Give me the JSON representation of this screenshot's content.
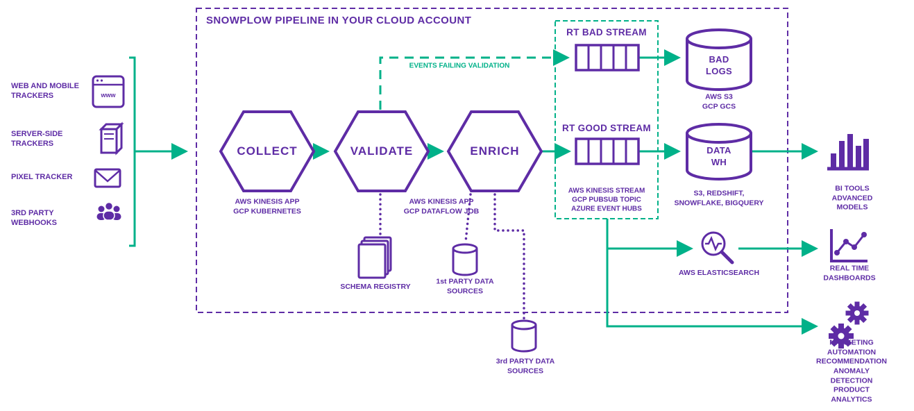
{
  "colors": {
    "purple": "#5e2ca5",
    "teal": "#00b189"
  },
  "title": "SNOWPLOW PIPELINE IN YOUR CLOUD ACCOUNT",
  "sources": {
    "web_mobile": "WEB AND MOBILE\nTRACKERS",
    "server_side": "SERVER-SIDE\nTRACKERS",
    "pixel": "PIXEL TRACKER",
    "webhooks": "3RD PARTY\nWEBHOOKS",
    "browser_icon_text": "www"
  },
  "pipeline": {
    "collect_label": "COLLECT",
    "collect_caption": "AWS KINESIS APP\nGCP KUBERNETES",
    "validate_label": "VALIDATE",
    "enrich_label": "ENRICH",
    "validate_enrich_caption": "AWS KINESIS APP\nGCP DATAFLOW JOB",
    "events_failing_label": "EVENTS FAILING VALIDATION",
    "schema_registry_caption": "SCHEMA REGISTRY",
    "first_party_caption": "1st PARTY DATA\nSOURCES",
    "third_party_caption": "3rd PARTY DATA\nSOURCES"
  },
  "streams": {
    "bad_label": "RT BAD STREAM",
    "good_label": "RT GOOD STREAM",
    "caption": "AWS KINESIS STREAM\nGCP PUBSUB TOPIC\nAZURE EVENT HUBS"
  },
  "storage": {
    "bad_logs_label": "BAD\nLOGS",
    "bad_logs_caption": "AWS S3\nGCP GCS",
    "data_wh_label": "DATA\nWH",
    "data_wh_caption": "S3, REDSHIFT,\nSNOWFLAKE, BIGQUERY"
  },
  "outputs": {
    "bi_tools_caption": "BI TOOLS\nADVANCED MODELS",
    "elasticsearch_caption": "AWS ELASTICSEARCH",
    "dashboards_caption": "REAL TIME DASHBOARDS",
    "automation_caption": "MARKETING AUTOMATION\nRECOMMENDATION\nANOMALY DETECTION\nPRODUCT ANALYTICS"
  }
}
